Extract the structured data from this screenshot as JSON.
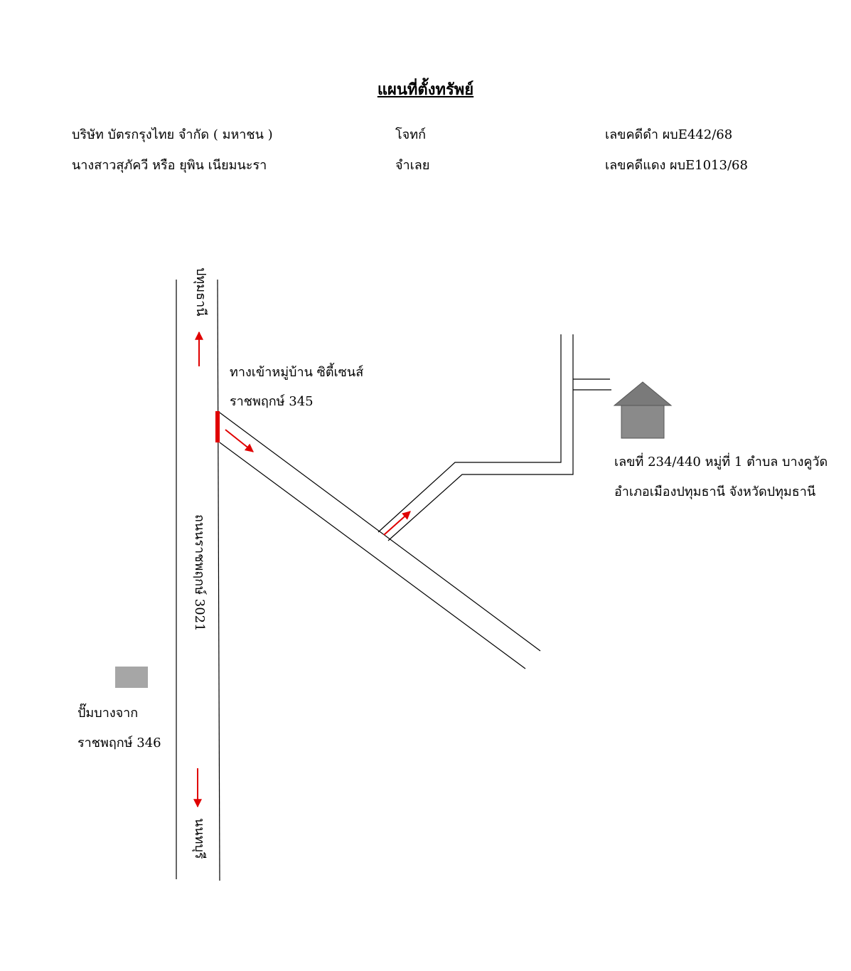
{
  "title": "แผนที่ตั้งทรัพย์",
  "case": {
    "plaintiff_name": "บริษัท บัตรกรุงไทย จำกัด ( มหาชน )",
    "plaintiff_role": "โจทก์",
    "black_case_no": "เลขคดีดำ ผบE442/68",
    "defendant_name": "นางสาวสุภัควี หรือ ยุพิน เนียมนะรา",
    "defendant_role": "จำเลย",
    "red_case_no": "เลขคดีแดง ผบE1013/68"
  },
  "map": {
    "north_direction": "ปทุมธานี",
    "south_direction": "นนทบุรี",
    "main_road": "ถนนราชพฤกษ์ 3021",
    "village_entrance_line1": "ทางเข้าหมู่บ้าน ซิตี้เซนส์",
    "village_entrance_line2": "ราชพฤกษ์ 345",
    "landmark_line1": "ปั๊มบางจาก",
    "landmark_line2": "ราชพฤกษ์ 346",
    "property_address_line1": "เลขที่ 234/440 หมู่ที่ 1 ตำบล บางคูวัด",
    "property_address_line2": "อำเภอเมืองปทุมธานี จังหวัดปทุมธานี",
    "colors": {
      "arrow": "#e00000",
      "road_line": "#000000",
      "house_roof": "#777777",
      "house_body": "#8a8a8a",
      "landmark_box": "#a6a6a6"
    }
  }
}
